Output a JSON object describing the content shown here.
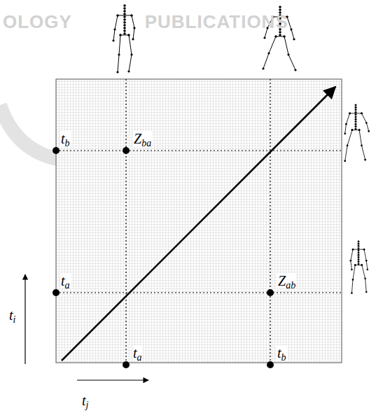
{
  "diagram": {
    "labels": [
      "OLOGY PUBLICATIONS",
      "tb",
      "Zba",
      "ta",
      "Zab",
      "ta",
      "tb",
      "ti",
      "tj"
    ]
  }
}
